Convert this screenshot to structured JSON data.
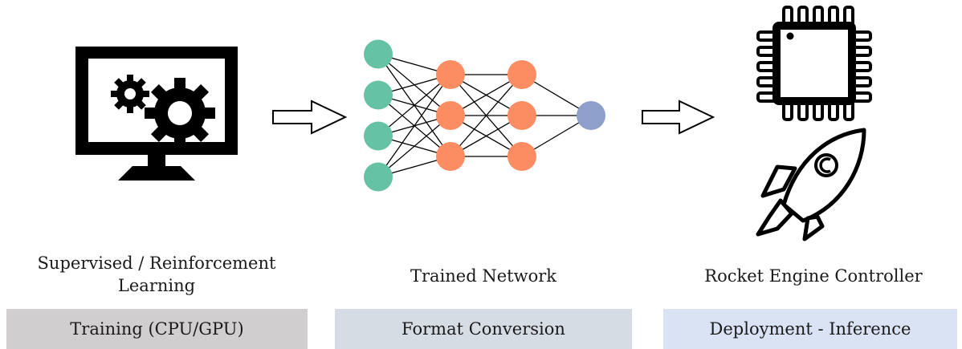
{
  "stages": [
    {
      "caption_line1": "Supervised / Reinforcement",
      "caption_line2": "Learning",
      "band_label": "Training (CPU/GPU)",
      "band_color": "#d0cece"
    },
    {
      "caption_line1": "Trained Network",
      "band_label": "Format Conversion",
      "band_color": "#d6dce4"
    },
    {
      "caption_line1": "Rocket Engine Controller",
      "band_label": "Deployment - Inference",
      "band_color": "#dae3f3"
    }
  ],
  "icons": {
    "stage1": "monitor-with-gears-icon",
    "stage3_top": "microchip-icon",
    "stage3_bottom": "rocket-icon"
  },
  "network": {
    "layers": [
      4,
      3,
      3,
      1
    ],
    "layer_colors": [
      "#66c2a5",
      "#fc8d62",
      "#fc8d62",
      "#8da0cb"
    ]
  }
}
